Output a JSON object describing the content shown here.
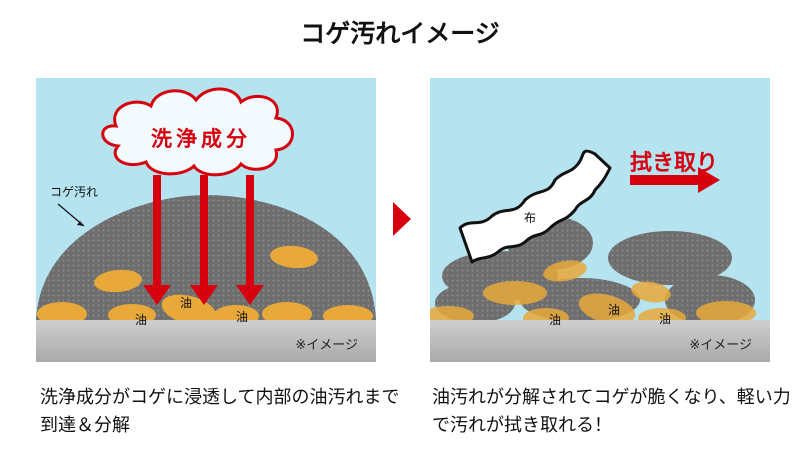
{
  "title": "コゲ汚れイメージ",
  "left": {
    "cloud_label": "洗浄成分",
    "koge_label": "コゲ汚れ",
    "oil_label": "油",
    "note": "※イメージ",
    "caption": "洗浄成分がコゲに浸透して内部の油汚れまで到達＆分解"
  },
  "right": {
    "wipe_label": "拭き取り",
    "cloth_label": "布",
    "oil_label": "油",
    "note": "※イメージ",
    "caption": "油汚れが分解されてコゲが脆くなり、軽い力で汚れが拭き取れる！"
  },
  "colors": {
    "sky": "#b5e3ef",
    "accent": "#d7000f",
    "oil": "#e8a93a",
    "koge": "#6f6f6f",
    "floor": "#c2c2c2"
  }
}
